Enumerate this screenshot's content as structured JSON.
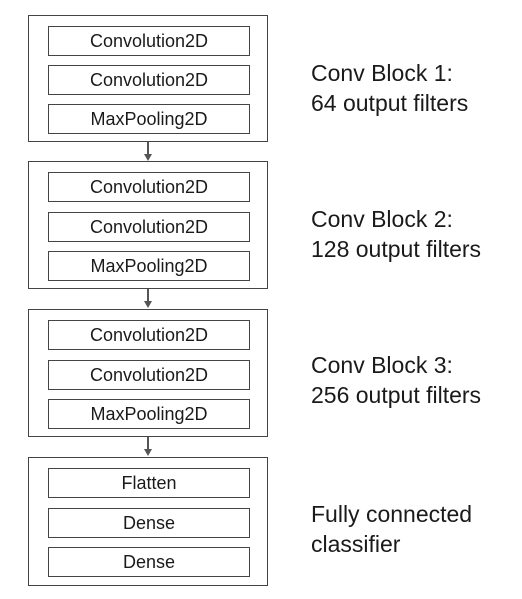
{
  "blocks": [
    {
      "layers": [
        "Convolution2D",
        "Convolution2D",
        "MaxPooling2D"
      ],
      "caption": [
        "Conv Block 1:",
        "64 output filters"
      ]
    },
    {
      "layers": [
        "Convolution2D",
        "Convolution2D",
        "MaxPooling2D"
      ],
      "caption": [
        "Conv Block 2:",
        "128 output filters"
      ]
    },
    {
      "layers": [
        "Convolution2D",
        "Convolution2D",
        "MaxPooling2D"
      ],
      "caption": [
        "Conv Block 3:",
        "256 output filters"
      ]
    },
    {
      "layers": [
        "Flatten",
        "Dense",
        "Dense"
      ],
      "caption": [
        "Fully connected",
        "classifier"
      ]
    }
  ]
}
